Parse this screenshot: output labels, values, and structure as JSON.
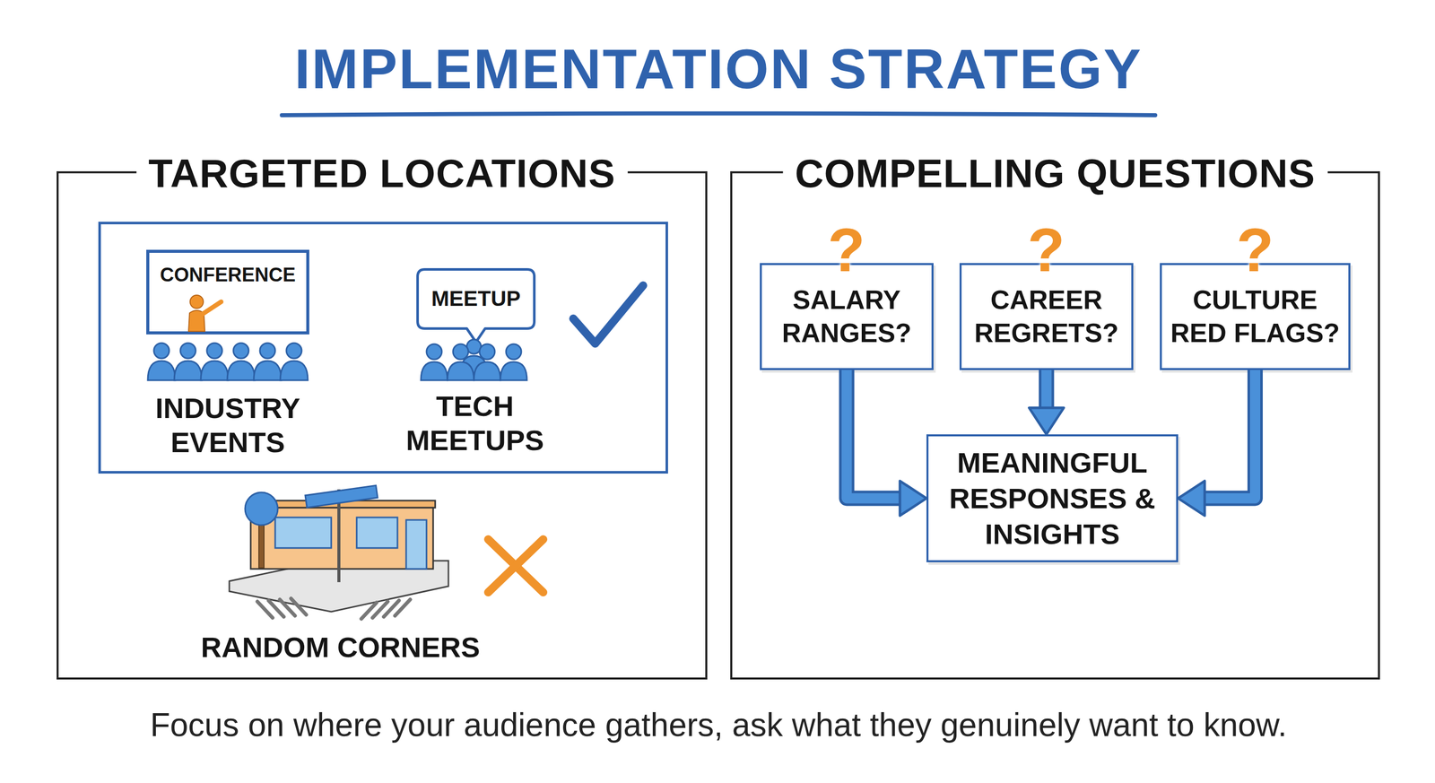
{
  "diagram": {
    "title": "IMPLEMENTATION STRATEGY",
    "caption": "Focus on where your audience gathers, ask what they genuinely want to know.",
    "nodes": [
      {
        "text": [
          "TARGETED LOCATIONS"
        ]
      },
      {
        "text": [],
        "in": 0
      },
      {
        "text": [
          "CONFERENCE"
        ],
        "in": 1
      },
      {
        "text": [
          "MEETUP"
        ],
        "in": 1
      },
      {
        "text": [
          "COMPELLING QUESTIONS"
        ]
      },
      {
        "text": [
          "SALARY RANGES?"
        ],
        "in": 4
      },
      {
        "text": [
          "CAREER REGRETS?"
        ],
        "in": 4
      },
      {
        "text": [
          "CULTURE RED FLAGS?"
        ],
        "in": 4
      },
      {
        "text": [
          "MEANINGFUL RESPONSES & INSIGHTS"
        ],
        "in": 4
      }
    ],
    "edges": [
      {
        "from": 5,
        "to": 8,
        "arrow": "to"
      },
      {
        "from": 6,
        "to": 8,
        "arrow": "to"
      },
      {
        "from": 7,
        "to": 8,
        "arrow": "to"
      }
    ],
    "labels": [
      "INDUSTRY EVENTS",
      "TECH MEETUPS",
      "RANDOM CORNERS",
      "?",
      "?",
      "?"
    ]
  }
}
